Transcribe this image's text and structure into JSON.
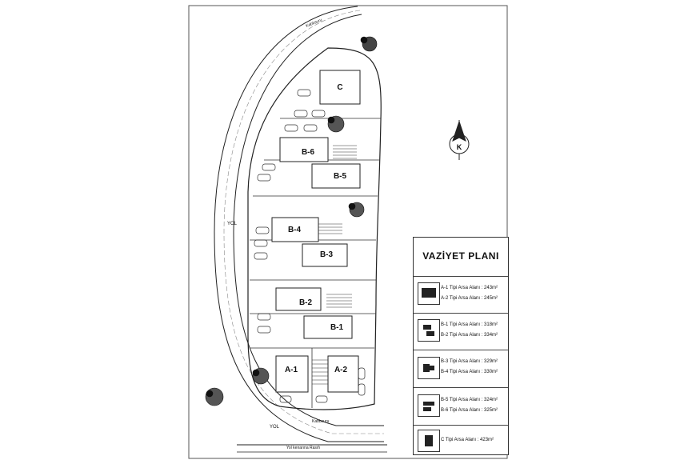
{
  "plan": {
    "road_top_label": "Kabbsuru",
    "road_left_label": "YOL",
    "road_bottom_label": "YOL",
    "road_bottom_inner_label": "Kabbsuru",
    "road_lower_label": "Yol kenarına Rasıfı",
    "north_label": "K",
    "buildings": [
      {
        "id": "C"
      },
      {
        "id": "B-6"
      },
      {
        "id": "B-5"
      },
      {
        "id": "B-4"
      },
      {
        "id": "B-3"
      },
      {
        "id": "B-2"
      },
      {
        "id": "B-1"
      },
      {
        "id": "A-1"
      },
      {
        "id": "A-2"
      }
    ]
  },
  "legend": {
    "title": "VAZİYET PLANI",
    "rows": [
      {
        "lines": [
          "A-1 Tipi Arsa Alanı : 243m²",
          "A-2 Tipi Arsa Alanı : 245m²"
        ]
      },
      {
        "lines": [
          "B-1 Tipi Arsa Alanı : 318m²",
          "B-2 Tipi Arsa Alanı : 334m²"
        ]
      },
      {
        "lines": [
          "B-3 Tipi Arsa Alanı : 329m²",
          "B-4 Tipi Arsa Alanı : 330m²"
        ]
      },
      {
        "lines": [
          "B-5 Tipi  Arsa Alanı : 324m²",
          "B-6 Tipi  Arsa Alanı : 325m²"
        ]
      },
      {
        "lines": [
          "C Tipi  Arsa Alanı : 423m²"
        ]
      }
    ]
  }
}
